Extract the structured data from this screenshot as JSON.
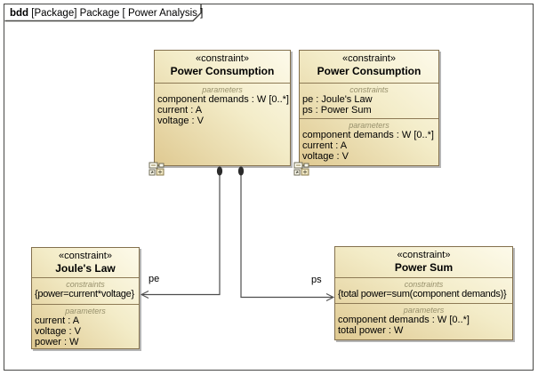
{
  "frame": {
    "keyword": "bdd",
    "title": " [Package] Package [ Power Analysis ]"
  },
  "blocks": [
    {
      "stereotype": "«constraint»",
      "name": "Power Consumption",
      "compartments": [
        {
          "label": "parameters",
          "lines": [
            "component demands : W [0..*]",
            "current : A",
            "voltage : V"
          ]
        }
      ]
    },
    {
      "stereotype": "«constraint»",
      "name": "Power Consumption",
      "compartments": [
        {
          "label": "constraints",
          "lines": [
            "pe : Joule's Law",
            "ps : Power Sum"
          ]
        },
        {
          "label": "parameters",
          "lines": [
            "component demands : W [0..*]",
            "current : A",
            "voltage : V"
          ]
        }
      ]
    },
    {
      "stereotype": "«constraint»",
      "name": "Joule's Law",
      "compartments": [
        {
          "label": "constraints",
          "lines": [
            "{power=current*voltage}"
          ]
        },
        {
          "label": "parameters",
          "lines": [
            "current : A",
            "voltage : V",
            "power : W"
          ]
        }
      ]
    },
    {
      "stereotype": "«constraint»",
      "name": "Power Sum",
      "compartments": [
        {
          "label": "constraints",
          "lines": [
            "{total power=sum(component demands)}"
          ]
        },
        {
          "label": "parameters",
          "lines": [
            "component demands : W [0..*]",
            "total power : W"
          ]
        }
      ]
    }
  ],
  "connectors": [
    {
      "label": "pe"
    },
    {
      "label": "ps"
    }
  ],
  "colors": {
    "block_fill_light": "#fdfaea",
    "block_fill_dark": "#dfc991",
    "block_border": "#83704d",
    "compartment_separator": "#8d7a55",
    "compartment_label_text": "#97906c",
    "frame_border": "#484845",
    "connector_line": "#4d4d4d",
    "drop_shadow": "#b5b5b5"
  }
}
